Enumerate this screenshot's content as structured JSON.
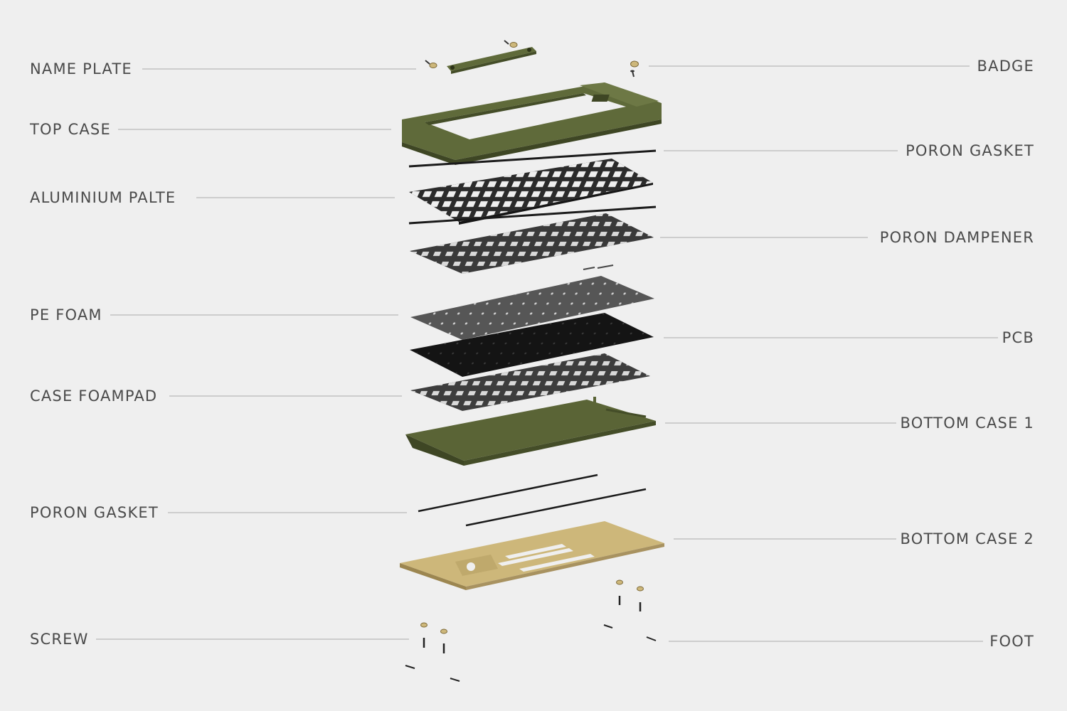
{
  "diagram": {
    "left_labels": [
      "NAME PLATE",
      "TOP CASE",
      "ALUMINIUM PALTE",
      "PE FOAM",
      "CASE FOAMPAD",
      "PORON GASKET",
      "SCREW"
    ],
    "right_labels": [
      "BADGE",
      "PORON GASKET",
      "PORON DAMPENER",
      "PCB",
      "BOTTOM CASE 1",
      "BOTTOM CASE 2",
      "FOOT"
    ],
    "colors": {
      "background": "#efefef",
      "label_text": "#4a4a4a",
      "leader_line": "#b9b9b9",
      "case_green": "#5f6a3a",
      "case_green_dark": "#444d28",
      "plate_dark": "#2b2b2b",
      "foam_gray": "#4a4a4a",
      "pcb_black": "#141414",
      "brass": "#cdb77a",
      "brass_dark": "#9c8650"
    }
  }
}
